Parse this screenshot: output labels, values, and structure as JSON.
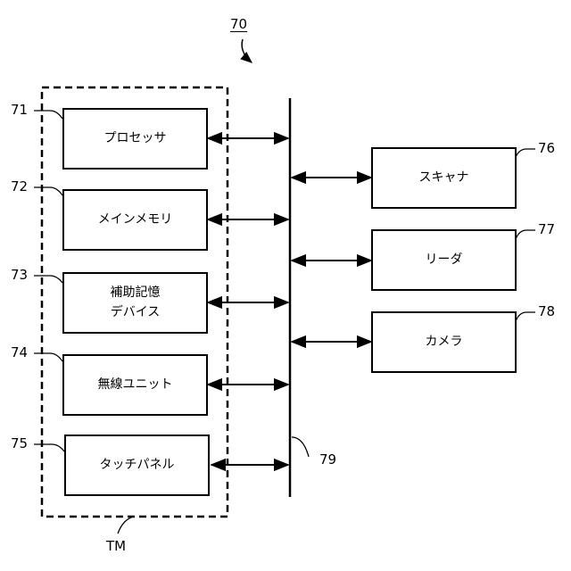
{
  "figure": {
    "ref": "70",
    "group_ref": "TM",
    "bus_ref": "79"
  },
  "left_blocks": [
    {
      "ref": "71",
      "label": "プロセッサ"
    },
    {
      "ref": "72",
      "label": "メインメモリ"
    },
    {
      "ref": "73",
      "label_line1": "補助記憶",
      "label_line2": "デバイス"
    },
    {
      "ref": "74",
      "label": "無線ユニット"
    },
    {
      "ref": "75",
      "label": "タッチパネル"
    }
  ],
  "right_blocks": [
    {
      "ref": "76",
      "label": "スキャナ"
    },
    {
      "ref": "77",
      "label": "リーダ"
    },
    {
      "ref": "78",
      "label": "カメラ"
    }
  ]
}
